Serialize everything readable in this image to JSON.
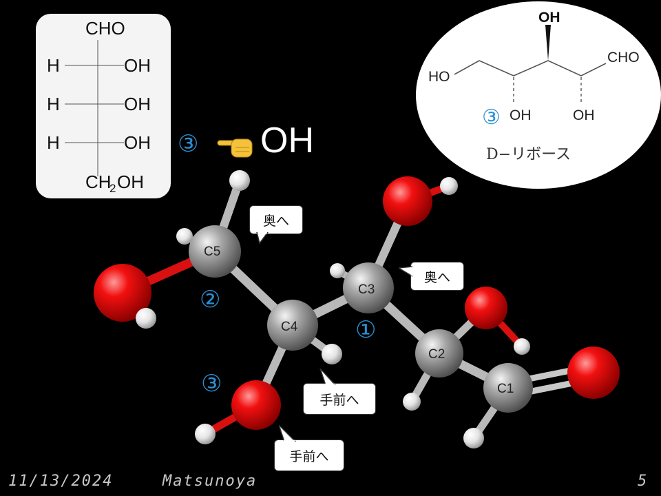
{
  "fischer": {
    "top": "CHO",
    "rows": [
      {
        "left": "H",
        "right": "OH"
      },
      {
        "left": "H",
        "right": "OH"
      },
      {
        "left": "H",
        "right": "OH"
      }
    ],
    "bottom_main": "CH",
    "bottom_sub": "2",
    "bottom_tail": "OH"
  },
  "ribose": {
    "top_oh": "OH",
    "ho_left": "HO",
    "cho": "CHO",
    "oh_mid": "OH",
    "oh_right": "OH",
    "marker": "③",
    "name": "D−リボース"
  },
  "annotation": {
    "marker": "③",
    "pointer_icon": "pointing-hand-icon",
    "oh": "OH"
  },
  "markers": {
    "m1": "①",
    "m2": "②",
    "m3": "③"
  },
  "atoms": {
    "c1": "C1",
    "c2": "C2",
    "c3": "C3",
    "c4": "C4",
    "c5": "C5"
  },
  "callouts": {
    "back_c5": "奥へ",
    "back_c3": "奥へ",
    "front_h": "手前へ",
    "front_o": "手前へ"
  },
  "footer": {
    "date": "11/13/2024",
    "author": "Matsunoya",
    "page": "5"
  },
  "colors": {
    "background": "#000000",
    "accent_blue": "#2a8fd0",
    "oxygen": "#e00000",
    "carbon": "#8a8a8a",
    "hydrogen": "#e8e8e8"
  }
}
